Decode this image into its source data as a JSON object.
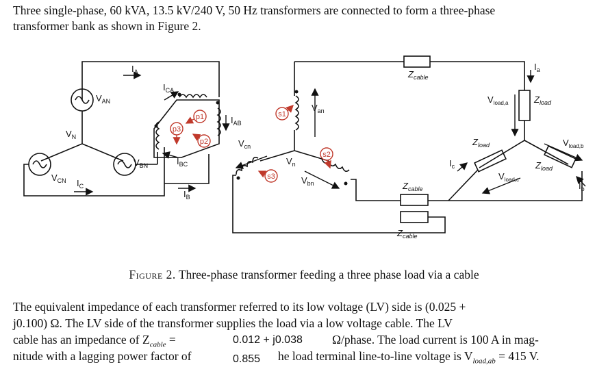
{
  "intro": {
    "line1": "Three single-phase, 60 kVA, 13.5 kV/240 V, 50 Hz transformers are connected to form a three-phase",
    "line2": "transformer bank as shown in Figure 2."
  },
  "figure": {
    "labels": {
      "IA": "I",
      "IA_sub": "A",
      "ICA": "I",
      "ICA_sub": "CA",
      "IAB": "I",
      "IAB_sub": "AB",
      "IBC": "I",
      "IBC_sub": "BC",
      "IB": "I",
      "IB_sub": "B",
      "IC": "I",
      "IC_sub": "C",
      "VAN": "V",
      "VAN_sub": "AN",
      "VN": "V",
      "VN_sub": "N",
      "VBN": "V",
      "VBN_sub": "BN",
      "VCN": "V",
      "VCN_sub": "CN",
      "Van": "V",
      "Van_sub": "an",
      "Vcn": "V",
      "Vcn_sub": "cn",
      "Vn": "V",
      "Vn_sub": "n",
      "Vbn": "V",
      "Vbn_sub": "bn",
      "Ia": "I",
      "Ia_sub": "a",
      "Ib": "I",
      "Ib_sub": "b",
      "Ic": "I",
      "Ic_sub": "c",
      "Vloada": "V",
      "Vloada_sub": "load,a",
      "Vloadb": "V",
      "Vloadb_sub": "load,b",
      "Vloadc": "V",
      "Vloadc_sub": "load,c",
      "Z": "Z",
      "cable": "cable",
      "load": "load",
      "p1": "p1",
      "p2": "p2",
      "p3": "p3",
      "s1": "s1",
      "s2": "s2",
      "s3": "s3"
    },
    "caption_prefix": "Figure 2.",
    "caption_text": "Three-phase transformer feeding a three phase load via a cable"
  },
  "body": {
    "line1": "The equivalent impedance of each transformer referred to its low voltage (LV) side is (0.025 +",
    "line2": "j0.100)   Ω.  The LV side of the transformer supplies the load via a low voltage cable.  The LV",
    "line3a": "cable has an impedance of Z",
    "line3a_sub": "cable",
    "line3a_eq": " =",
    "cable_impedance": "0.012 + j0.038",
    "line3b": "Ω/phase.  The load current is 100 A in mag-",
    "line4a": "nitude with a lagging power factor of",
    "power_factor": "0.855",
    "line4b": "he load terminal line-to-line voltage is V",
    "line4b_sub": "load,ab",
    "line4b_end": " = 415 V."
  }
}
